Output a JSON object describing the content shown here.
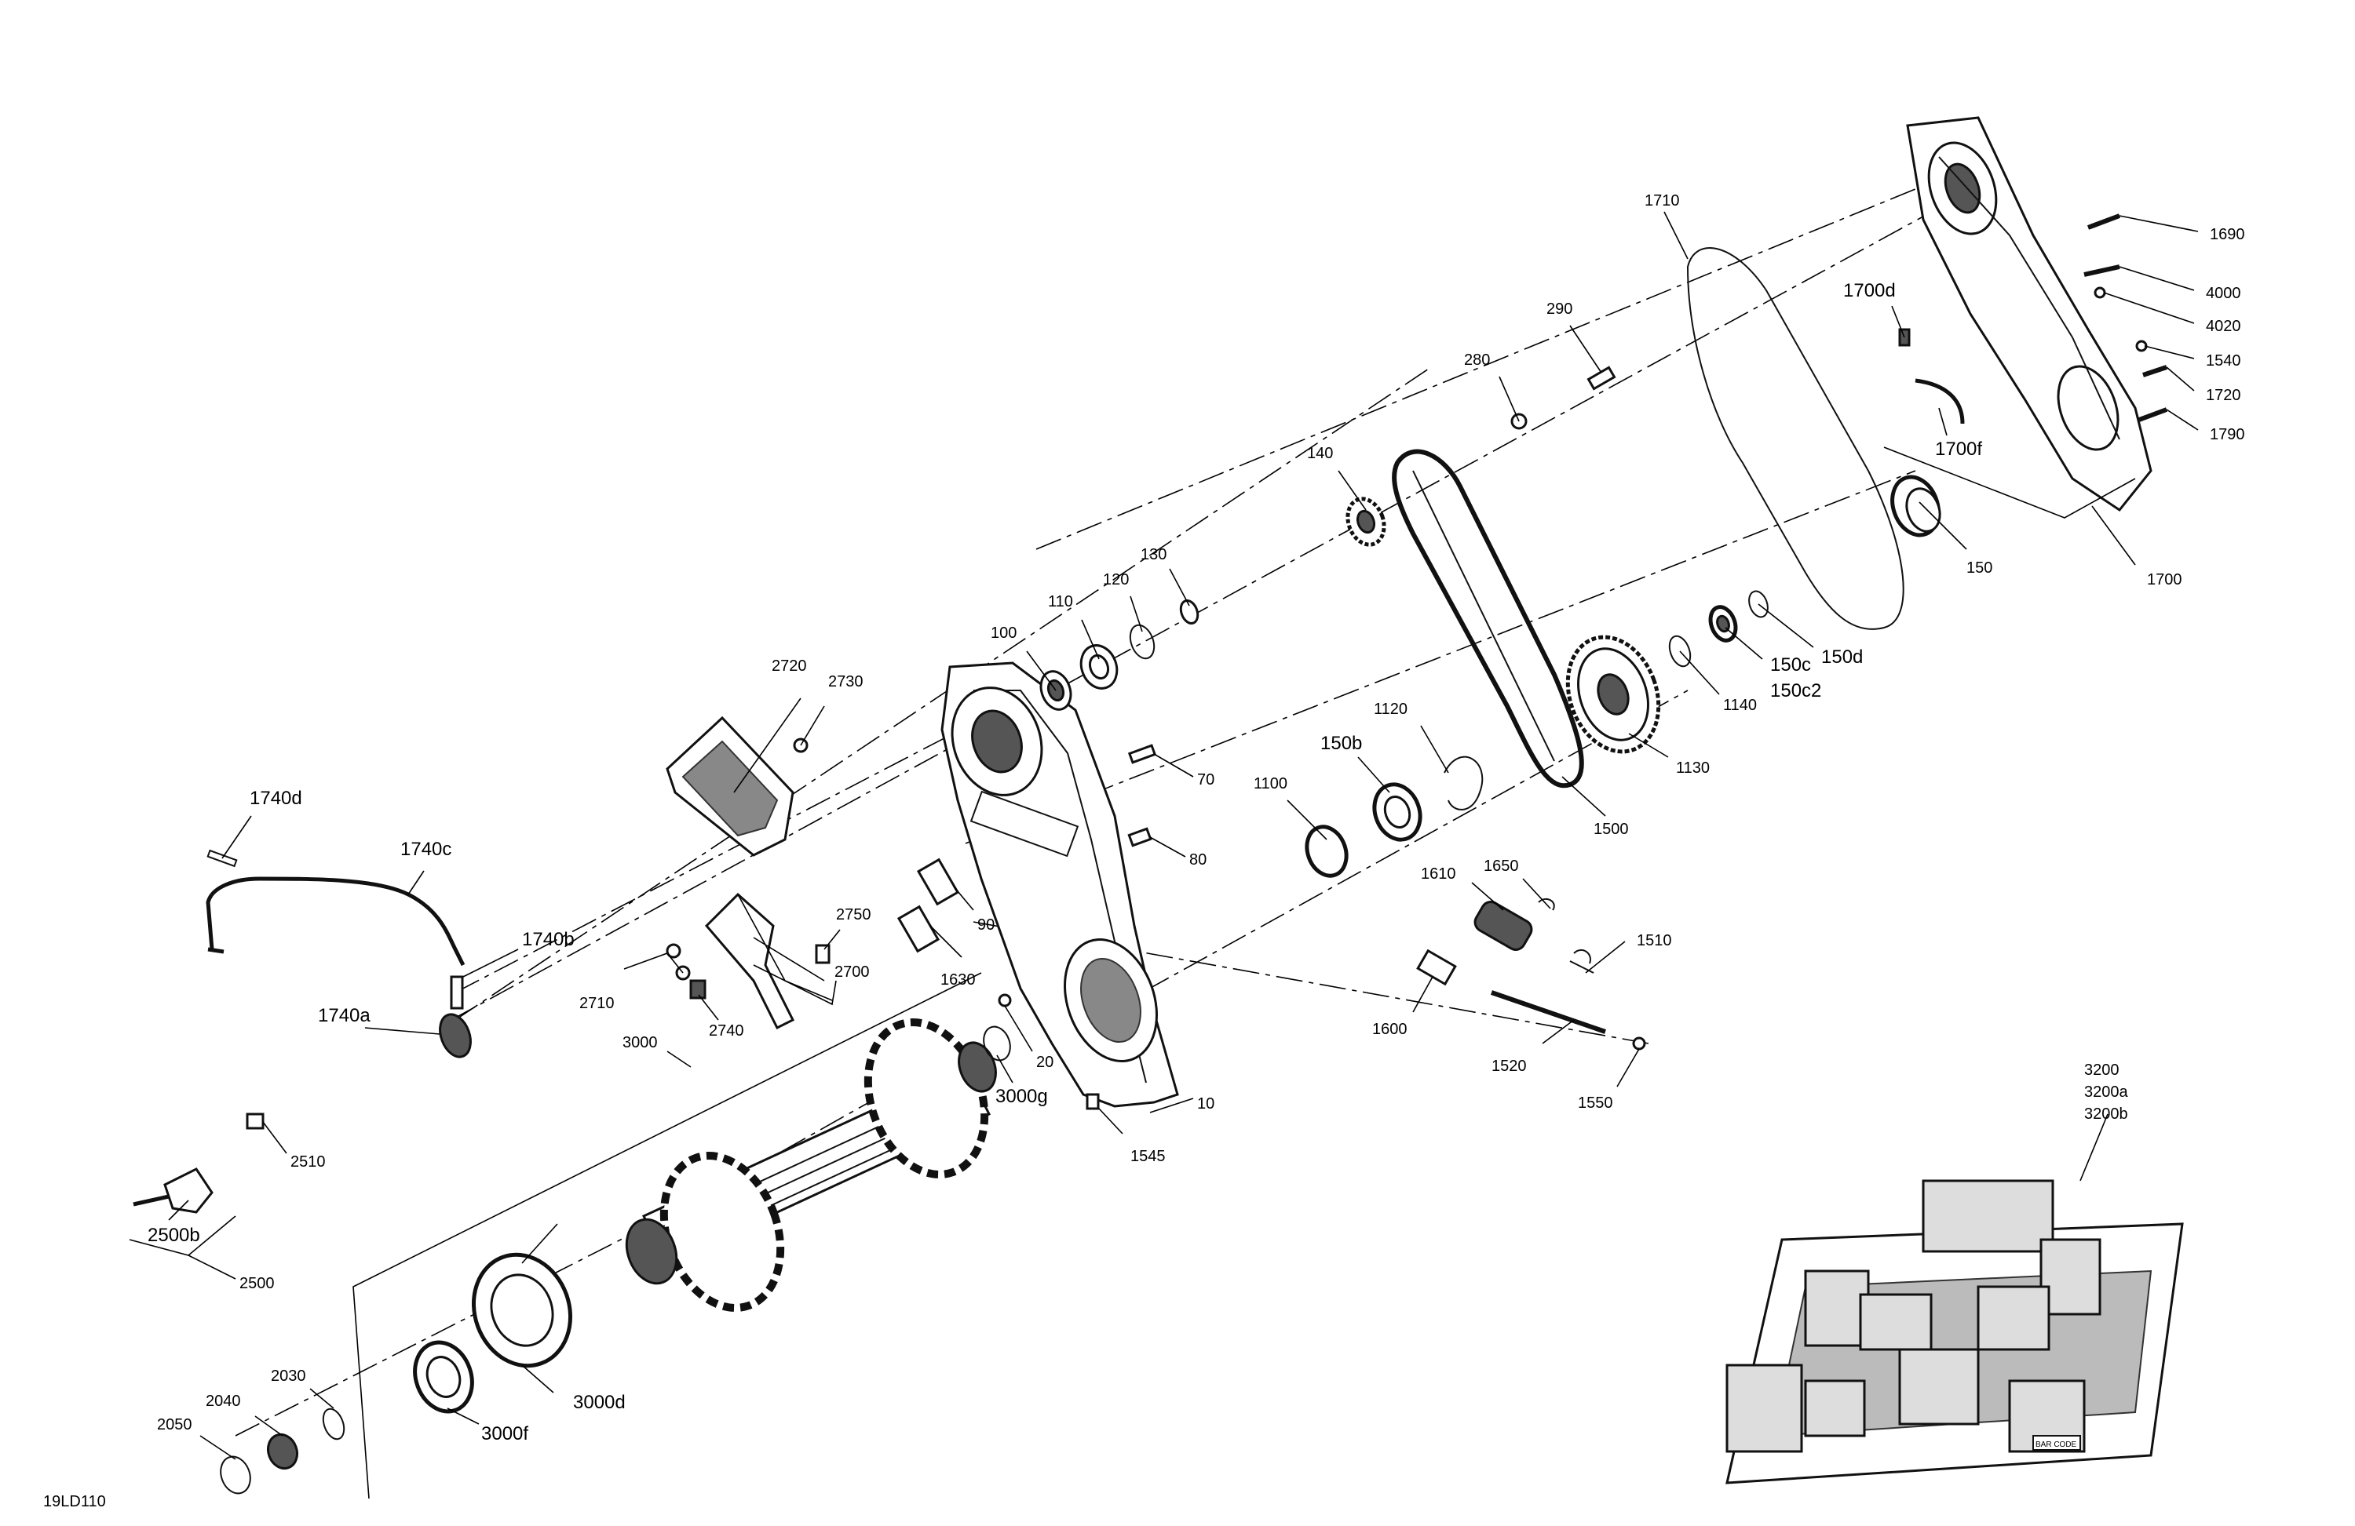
{
  "diagram_id": "19LD110",
  "labels": {
    "p10": "10",
    "p20": "20",
    "p70": "70",
    "p80": "80",
    "p90": "90",
    "p100": "100",
    "p110": "110",
    "p120": "120",
    "p130": "130",
    "p140": "140",
    "p150": "150",
    "p150b": "150b",
    "p150c": "150c",
    "p150c2": "150c2",
    "p150d": "150d",
    "p280": "280",
    "p290": "290",
    "p1100": "1100",
    "p1120": "1120",
    "p1130": "1130",
    "p1140": "1140",
    "p1500": "1500",
    "p1510": "1510",
    "p1520": "1520",
    "p1545": "1545",
    "p1550": "1550",
    "p1600": "1600",
    "p1610": "1610",
    "p1630": "1630",
    "p1650": "1650",
    "p1690": "1690",
    "p1700": "1700",
    "p1700d": "1700d",
    "p1700f": "1700f",
    "p1710": "1710",
    "p1720": "1720",
    "p1540": "1540",
    "p1790": "1790",
    "p1740a": "1740a",
    "p1740b": "1740b",
    "p1740c": "1740c",
    "p1740d": "1740d",
    "p2030": "2030",
    "p2040": "2040",
    "p2050": "2050",
    "p2500": "2500",
    "p2500b": "2500b",
    "p2510": "2510",
    "p2700": "2700",
    "p2710": "2710",
    "p2720": "2720",
    "p2730": "2730",
    "p2740": "2740",
    "p2750": "2750",
    "p3000": "3000",
    "p3000d": "3000d",
    "p3000f": "3000f",
    "p3000g": "3000g",
    "p3200": "3200",
    "p3200a": "3200a",
    "p3200b": "3200b",
    "p4000": "4000",
    "p4020": "4020",
    "track_tag": "BAR CODE"
  }
}
